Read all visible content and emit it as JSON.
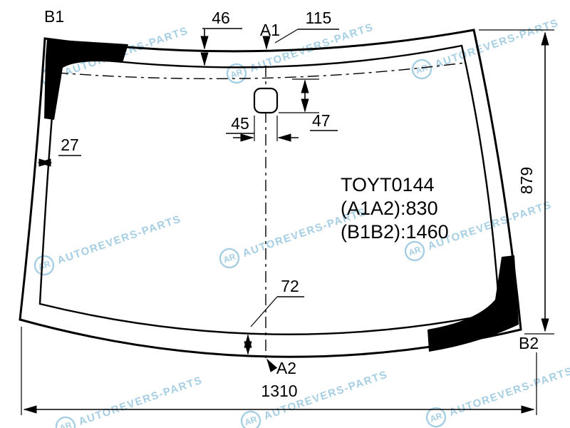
{
  "part": {
    "code": "TOYT0144",
    "dim_a1a2": "(A1A2):830",
    "dim_b1b2": "(B1B2):1460"
  },
  "labels": {
    "b1": "B1",
    "a1": "A1",
    "a2": "A2",
    "b2": "B2"
  },
  "dims": {
    "top_band": "46",
    "top_center": "115",
    "sensor_width": "45",
    "sensor_height": "47",
    "left_band": "27",
    "right_height": "879",
    "bottom_band": "72",
    "bottom_width": "1310"
  },
  "watermark": {
    "logo": "AR",
    "text": "AUTOREVERS-PARTS",
    "color": "#5ea7cd"
  }
}
